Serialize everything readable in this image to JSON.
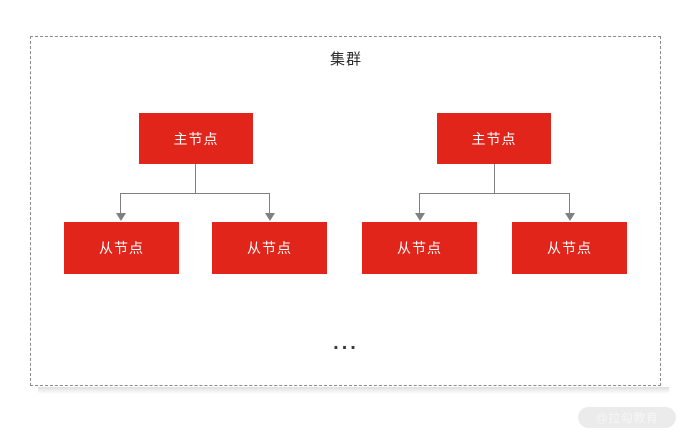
{
  "diagram": {
    "title": "集群",
    "ellipsis": "...",
    "watermark": "@拉勾教育",
    "colors": {
      "node_fill": "#e2251b",
      "node_text": "#ffffff",
      "frame_border": "#8a8a8a",
      "edge": "#808080",
      "background": "#ffffff"
    },
    "groups": [
      {
        "name": "left-cluster-group",
        "master": {
          "label": "主节点"
        },
        "slaves": [
          {
            "label": "从节点"
          },
          {
            "label": "从节点"
          }
        ]
      },
      {
        "name": "right-cluster-group",
        "master": {
          "label": "主节点"
        },
        "slaves": [
          {
            "label": "从节点"
          },
          {
            "label": "从节点"
          }
        ]
      }
    ]
  }
}
